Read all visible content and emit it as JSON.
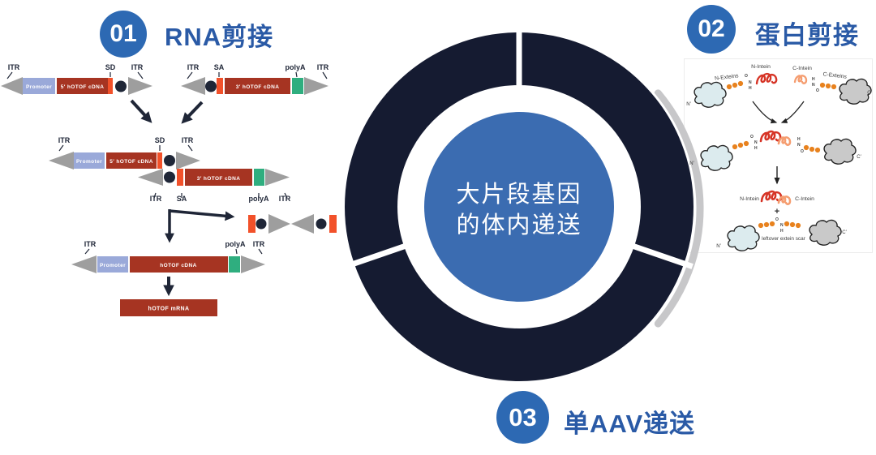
{
  "figure": {
    "center_line1": "大片段基因",
    "center_line2": "的体内递送"
  },
  "sections": {
    "s1": {
      "number": "01",
      "title": "RNA剪接"
    },
    "s2": {
      "number": "02",
      "title": "蛋白剪接"
    },
    "s3": {
      "number": "03",
      "title": "单AAV递送"
    }
  },
  "rna": {
    "itr": "ITR",
    "sd": "SD",
    "sa": "SA",
    "polya": "polyA",
    "promoter": "Promoter",
    "cdna5": "5′ hOTOF cDNA",
    "cdna3": "3′ hOTOF cDNA",
    "cdna_full": "hOTOF cDNA",
    "mrna": "hOTOF mRNA"
  },
  "protein": {
    "n_intein": "N-Intein",
    "c_intein": "C-Intein",
    "n_exteins": "N-Exteins",
    "c_exteins": "C-Exteins",
    "n_term": "N′",
    "c_term": "C′",
    "plus": "+",
    "scar": "leftover extein scar",
    "atom_o": "O",
    "atom_n": "N",
    "atom_h": "H"
  },
  "colors": {
    "badge_blue": "#2d69b3",
    "title_blue": "#2a5aa6",
    "ring_navy": "#151b31",
    "center_blue": "#3b6cb1",
    "brick_red": "#a63422",
    "orange": "#f2512a",
    "green": "#2fae7f",
    "promoter_blue": "#9aa9d9",
    "itr_gray": "#9e9e9e",
    "navy": "#1f2637"
  }
}
